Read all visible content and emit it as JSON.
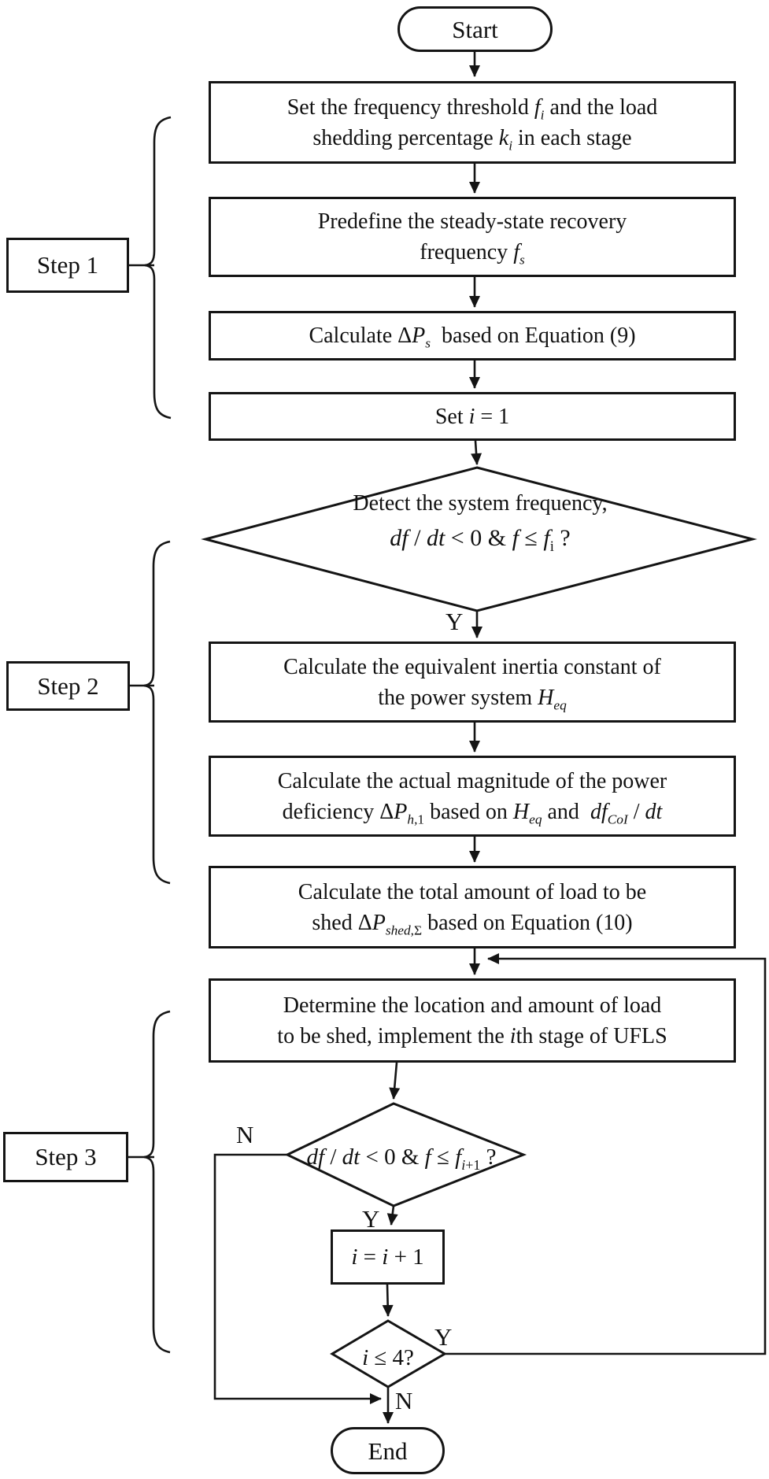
{
  "colors": {
    "line": "#141414",
    "background": "#ffffff"
  },
  "nodes": {
    "start": {
      "label": "Start"
    },
    "box_threshold": {
      "line1": "Set the frequency threshold <i>f</i><sub><i>i</i></sub> and the load",
      "line2": "shedding percentage <i>k</i><sub><i>i</i></sub> in each stage"
    },
    "box_predefine": {
      "line1": "Predefine the steady-state recovery",
      "line2": "frequency <i>f</i><sub><i>s</i></sub>"
    },
    "box_calc_dps": {
      "line1": "Calculate Δ<i>P</i><sub><i>s</i></sub>&nbsp; based on Equation (9)"
    },
    "box_set_i": {
      "line1": "Set <i>i</i> = 1"
    },
    "decision_detect": {
      "line1": "Detect the system frequency,",
      "line2": "<i>df</i> / <i>dt</i> &lt; 0 &amp; <i>f</i> ≤ <i>f</i><sub>i</sub> ?"
    },
    "box_inertia": {
      "line1": "Calculate the equivalent inertia constant of",
      "line2": "the power system <i>H</i><sub><i>eq</i></sub>"
    },
    "box_deficiency": {
      "line1": "Calculate the actual magnitude of the power",
      "line2": "deficiency Δ<i>P</i><sub><i>h</i>,1</sub> based on <i>H</i><sub><i>eq</i></sub> and &nbsp;<i>df</i><sub><i>CoI</i></sub> / <i>dt</i>"
    },
    "box_total_shed": {
      "line1": "Calculate the total amount of load to be",
      "line2": "shed Δ<i>P</i><sub><i>shed</i>,Σ</sub> based on Equation (10)"
    },
    "box_determine": {
      "line1": "Determine the location and amount of load",
      "line2": "to be shed, implement the <i>i</i>th stage of UFLS"
    },
    "decision_next_stage": {
      "line1": "<i>df</i> / <i>dt</i> &lt; 0 &amp; <i>f</i> ≤ <i>f</i><sub><i>i</i>+1</sub> ?"
    },
    "box_increment": {
      "line1": "<i>i</i> = <i>i</i> + 1"
    },
    "decision_stage_limit": {
      "line1": "<i>i</i> ≤ 4?"
    },
    "end": {
      "label": "End"
    }
  },
  "steps": [
    {
      "label": "Step 1"
    },
    {
      "label": "Step 2"
    },
    {
      "label": "Step 3"
    }
  ],
  "branch_labels": {
    "detect_yes": "Y",
    "next_stage_no": "N",
    "next_stage_yes": "Y",
    "stage_limit_yes": "Y",
    "stage_limit_no": "N"
  }
}
